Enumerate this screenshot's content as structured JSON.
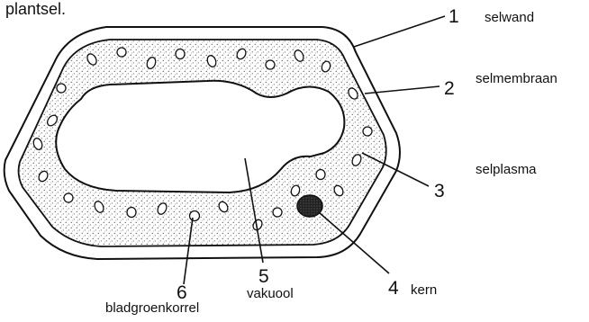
{
  "intro_text": "plantsel.",
  "labels": [
    {
      "number": "1",
      "term": "selwand"
    },
    {
      "number": "2",
      "term": "selmembraan"
    },
    {
      "number": "3",
      "term": "selplasma"
    },
    {
      "number": "4",
      "term": "kern"
    },
    {
      "number": "5",
      "term": "vakuool"
    },
    {
      "number": "6",
      "term": "bladgroenkorrel"
    }
  ]
}
